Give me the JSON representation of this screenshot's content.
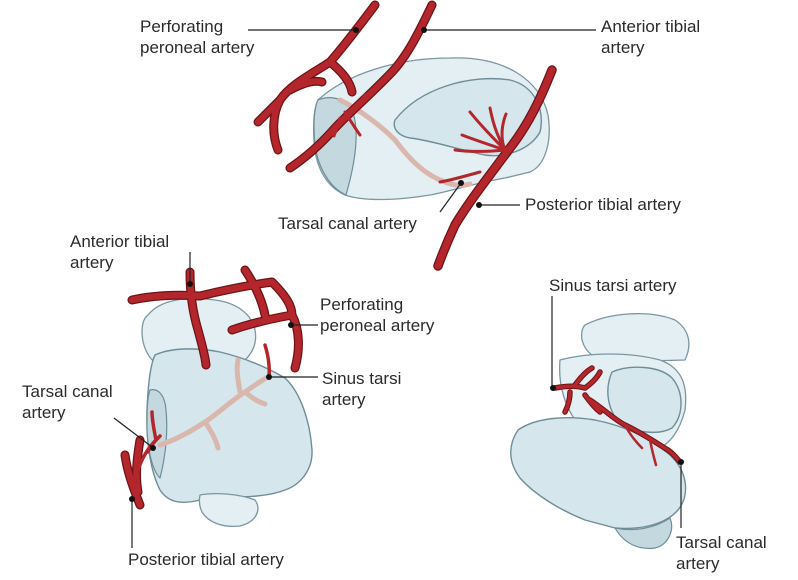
{
  "figure": {
    "top_view": {
      "perforating_peroneal": [
        "Perforating",
        "peroneal artery"
      ],
      "anterior_tibial": [
        "Anterior tibial",
        "artery"
      ],
      "tarsal_canal": "Tarsal canal artery",
      "posterior_tibial": "Posterior tibial artery"
    },
    "left_view": {
      "anterior_tibial": [
        "Anterior tibial",
        "artery"
      ],
      "perforating_peroneal": [
        "Perforating",
        "peroneal artery"
      ],
      "sinus_tarsi": [
        "Sinus tarsi",
        "artery"
      ],
      "tarsal_canal": [
        "Tarsal canal",
        "artery"
      ],
      "posterior_tibial": "Posterior tibial artery"
    },
    "right_view": {
      "sinus_tarsi": "Sinus tarsi artery",
      "tarsal_canal": [
        "Tarsal canal",
        "artery"
      ]
    }
  },
  "colors": {
    "artery": "#b3262b",
    "bone": "#d5e6ec",
    "bone_outline": "#6f8d99",
    "leader": "#222222"
  }
}
